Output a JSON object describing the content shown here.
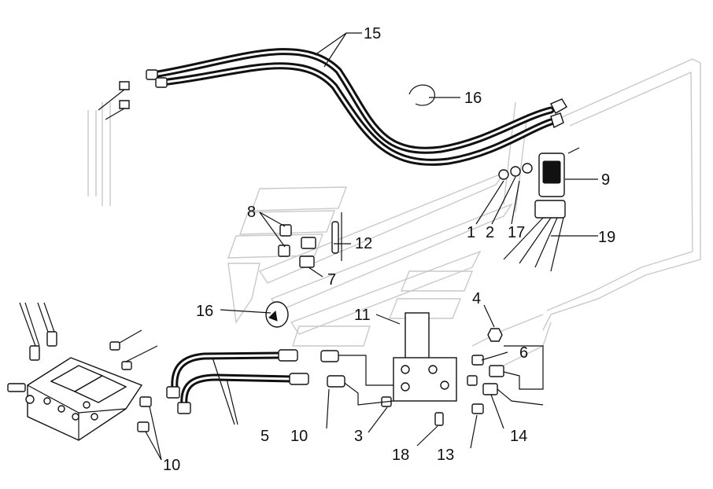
{
  "diagram": {
    "callouts": {
      "c1": "1",
      "c2": "2",
      "c3": "3",
      "c4": "4",
      "c5": "5",
      "c6": "6",
      "c7": "7",
      "c8": "8",
      "c9": "9",
      "c10a": "10",
      "c10b": "10",
      "c11": "11",
      "c12": "12",
      "c13": "13",
      "c14": "14",
      "c15": "15",
      "c16a": "16",
      "c16b": "16",
      "c17": "17",
      "c18": "18",
      "c19": "19"
    }
  }
}
